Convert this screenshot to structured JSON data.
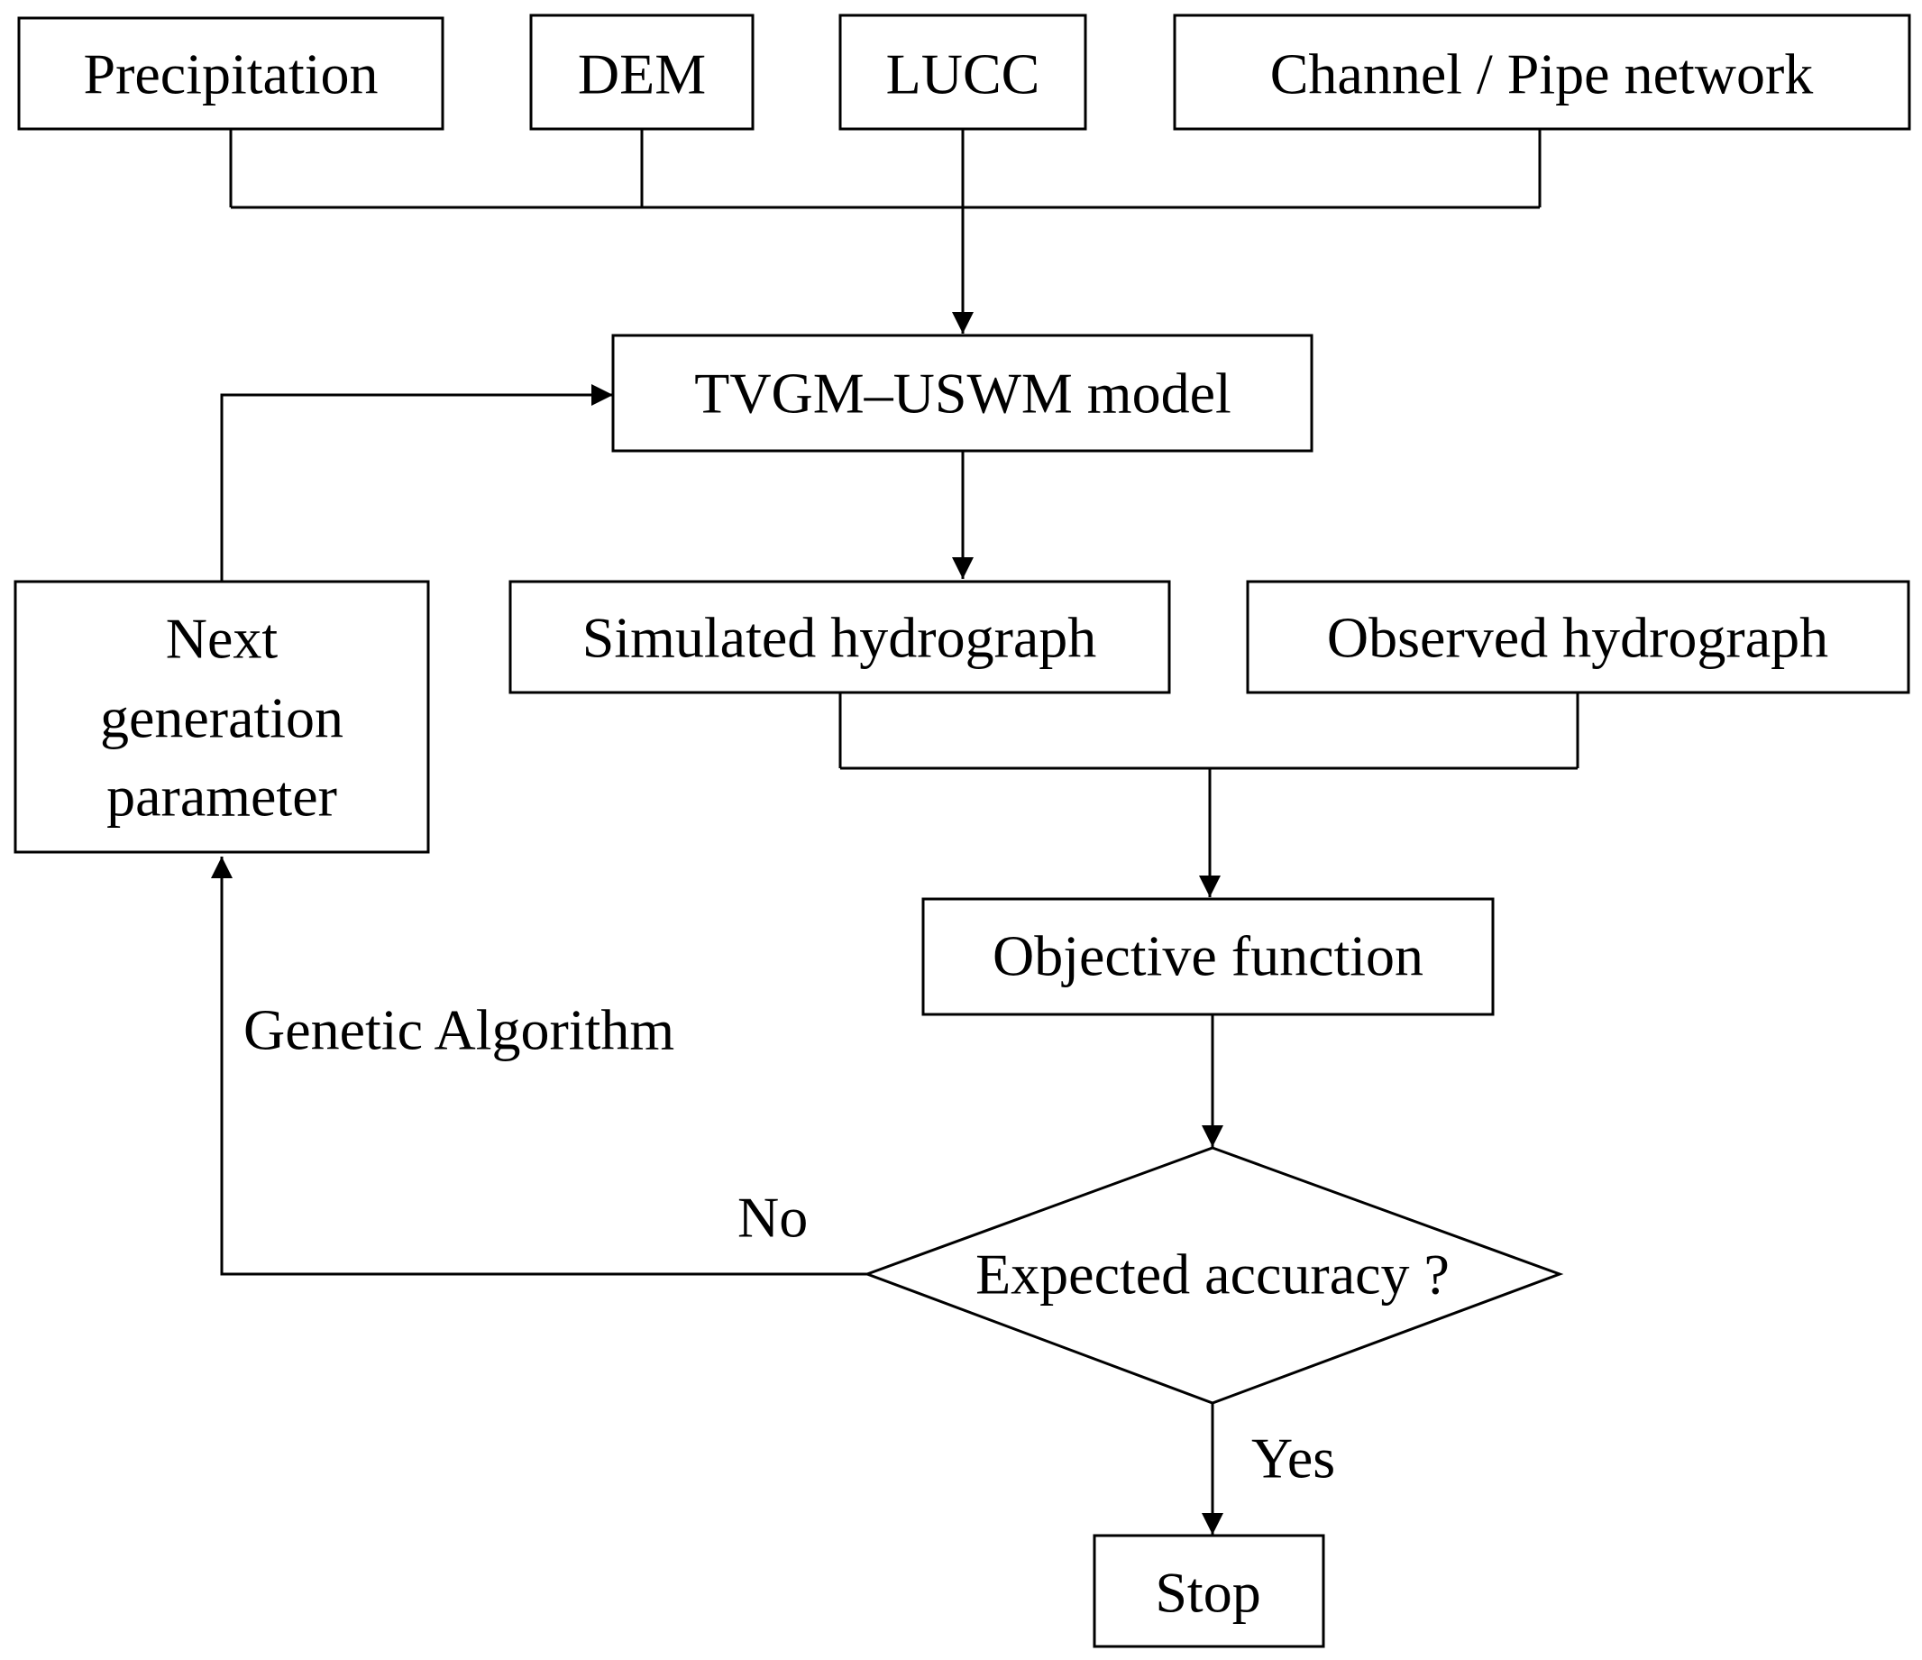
{
  "inputs": {
    "precipitation": "Precipitation",
    "dem": "DEM",
    "lucc": "LUCC",
    "channel_pipe": "Channel / Pipe network"
  },
  "model": "TVGM–USWM model",
  "simulated": "Simulated hydrograph",
  "observed": "Observed hydrograph",
  "next_generation": {
    "line1": "Next",
    "line2": "generation",
    "line3": "parameter"
  },
  "objective": "Objective function",
  "decision": "Expected accuracy ?",
  "stop": "Stop",
  "edge_labels": {
    "genetic_algorithm": "Genetic Algorithm",
    "no": "No",
    "yes": "Yes"
  }
}
